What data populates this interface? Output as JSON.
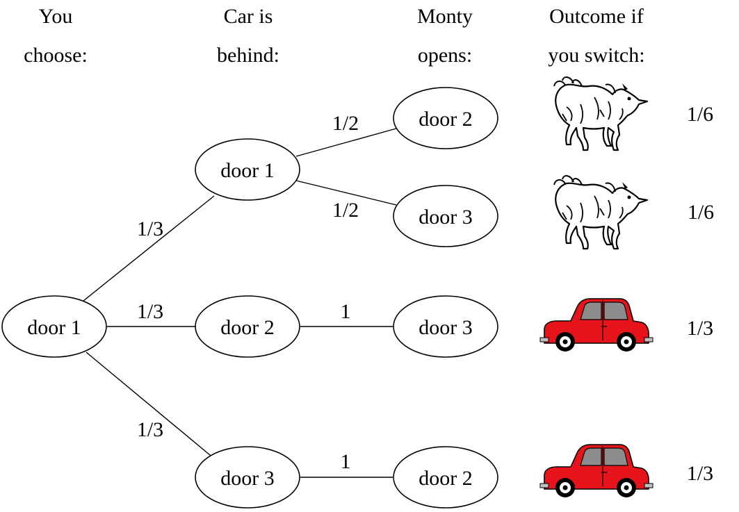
{
  "headers": [
    {
      "line1": "You",
      "line2": "choose:"
    },
    {
      "line1": "Car is",
      "line2": "behind:"
    },
    {
      "line1": "Monty",
      "line2": "opens:"
    },
    {
      "line1": "Outcome if",
      "line2": "you switch:"
    }
  ],
  "nodes": {
    "root": "door 1",
    "car_behind": [
      "door 1",
      "door 2",
      "door 3"
    ],
    "monty_opens": [
      "door 2",
      "door 3",
      "door 3",
      "door 2"
    ]
  },
  "edge_probabilities": {
    "root_to_car": [
      "1/3",
      "1/3",
      "1/3"
    ],
    "car_to_monty": [
      "1/2",
      "1/2",
      "1",
      "1"
    ]
  },
  "outcomes": [
    {
      "icon": "goat-icon",
      "probability": "1/6"
    },
    {
      "icon": "goat-icon",
      "probability": "1/6"
    },
    {
      "icon": "car-icon",
      "probability": "1/3"
    },
    {
      "icon": "car-icon",
      "probability": "1/3"
    }
  ],
  "colors": {
    "car_body": "#e8141c",
    "car_window": "#8c8c8c"
  }
}
